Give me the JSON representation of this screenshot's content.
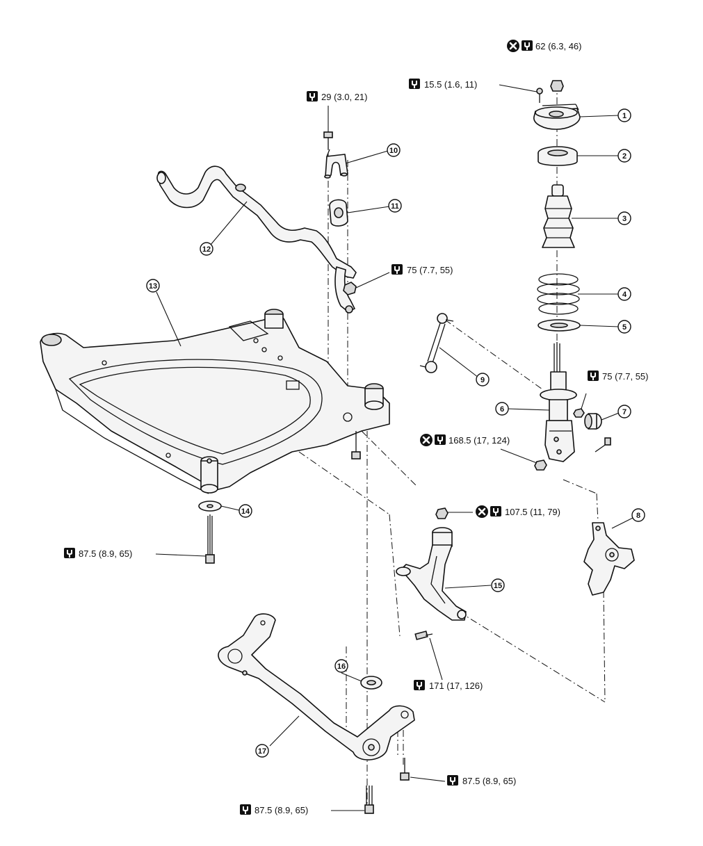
{
  "colors": {
    "ink": "#111111",
    "paper": "#ffffff",
    "part_fill": "#f4f4f4"
  },
  "icons": {
    "torque": "torque-wrench-icon",
    "non_reusable": "x-circle-icon"
  },
  "torque_specs": [
    {
      "id": "t62",
      "value": "62 (6.3, 46)"
    },
    {
      "id": "t15",
      "value": "15.5 (1.6, 11)"
    },
    {
      "id": "t29",
      "value": "29 (3.0, 21)"
    },
    {
      "id": "t75a",
      "value": "75 (7.7, 55)"
    },
    {
      "id": "t75b",
      "value": "75 (7.7, 55)"
    },
    {
      "id": "t168",
      "value": "168.5 (17, 124)"
    },
    {
      "id": "t107",
      "value": "107.5 (11, 79)"
    },
    {
      "id": "t87a",
      "value": "87.5 (8.9, 65)"
    },
    {
      "id": "t171",
      "value": "171 (17, 126)"
    },
    {
      "id": "t87b",
      "value": "87.5 (8.9, 65)"
    },
    {
      "id": "t87c",
      "value": "87.5 (8.9, 65)"
    }
  ],
  "callouts": [
    "1",
    "2",
    "3",
    "4",
    "5",
    "6",
    "7",
    "8",
    "9",
    "10",
    "11",
    "12",
    "13",
    "14",
    "15",
    "16",
    "17"
  ]
}
